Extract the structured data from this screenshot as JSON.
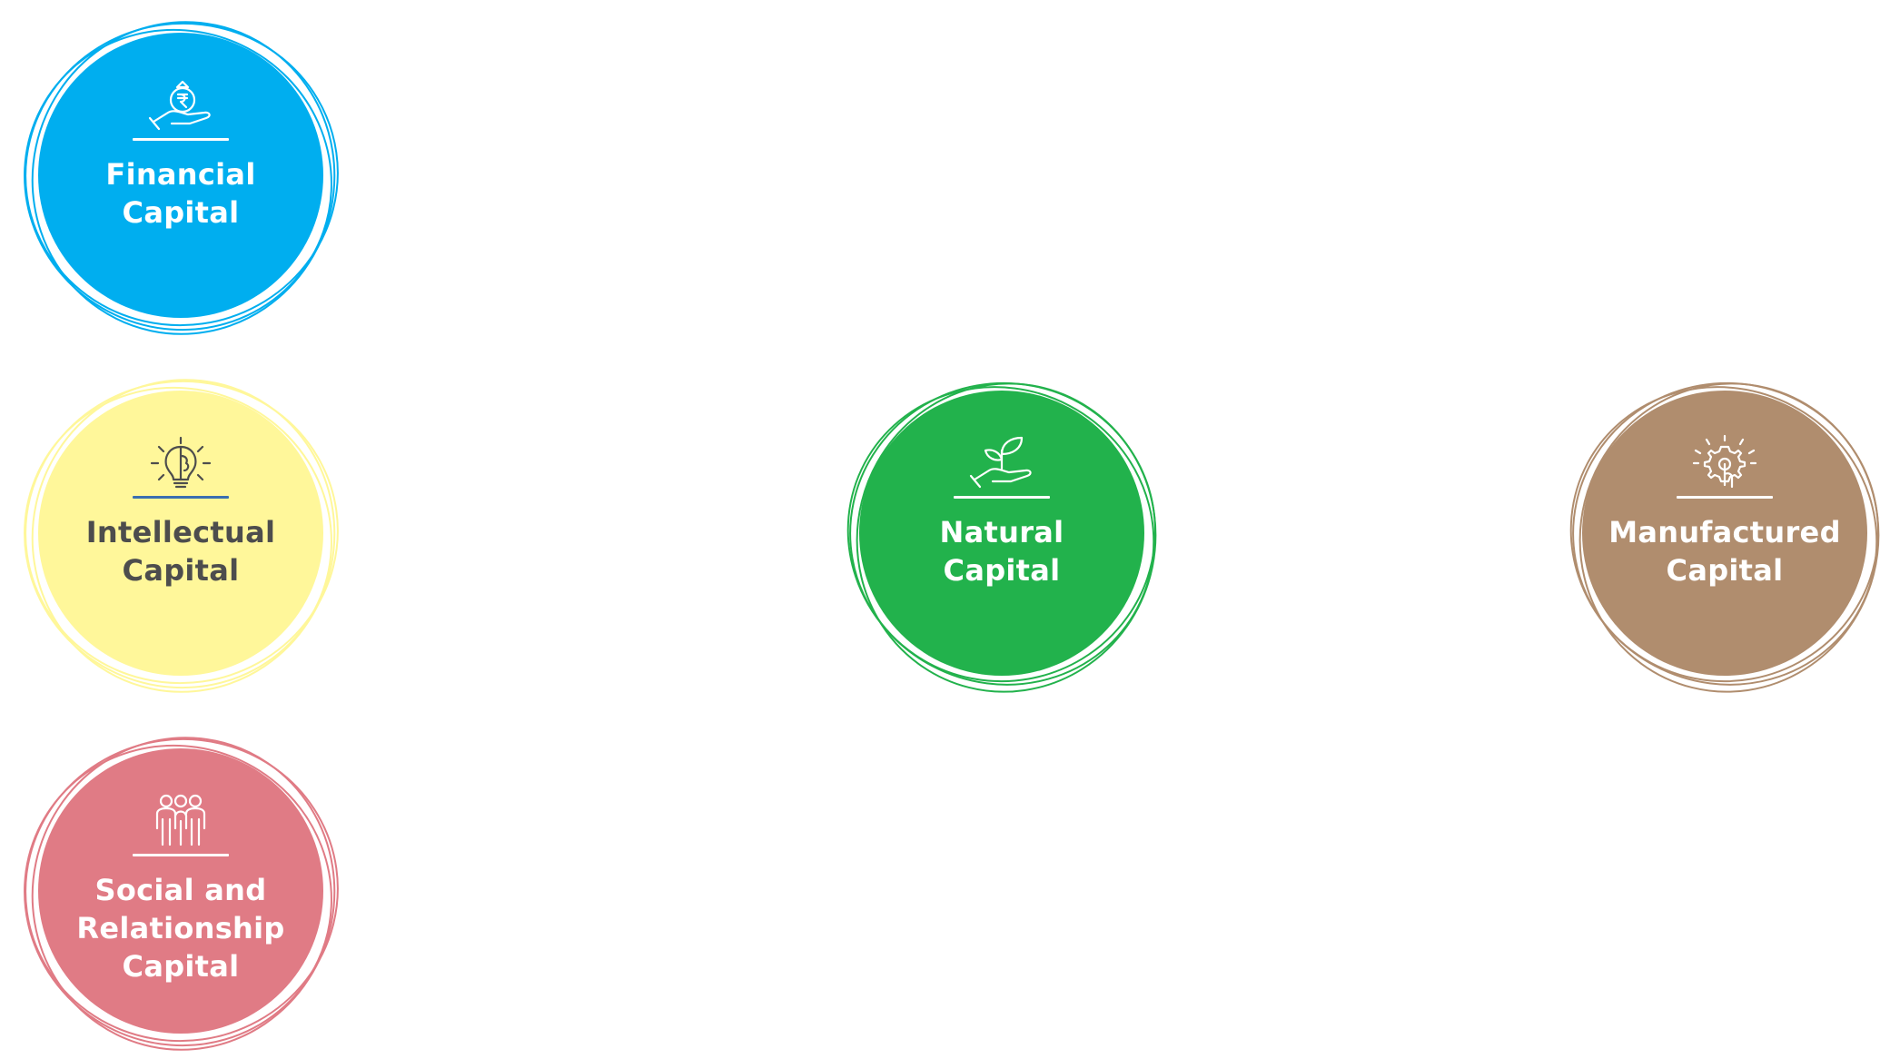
{
  "colors": {
    "financial": "#00aeef",
    "intellectual": "#fff79a",
    "social": "#e07b85",
    "natural": "#22b24c",
    "manufactured": "#b08d6e",
    "dark_text": "#4d4d4d",
    "light_text": "#ffffff",
    "intellectual_line": "#3a6fb0"
  },
  "capitals": {
    "financial": {
      "label": "Financial\nCapital",
      "icon": "money-bag-hand-icon"
    },
    "intellectual": {
      "label": "Intellectual\nCapital",
      "icon": "lightbulb-brain-icon"
    },
    "social": {
      "label": "Social and\nRelationship\nCapital",
      "icon": "people-group-icon"
    },
    "natural": {
      "label": "Natural\nCapital",
      "icon": "plant-hand-icon"
    },
    "manufactured": {
      "label": "Manufactured\nCapital",
      "icon": "gear-touch-icon"
    }
  }
}
